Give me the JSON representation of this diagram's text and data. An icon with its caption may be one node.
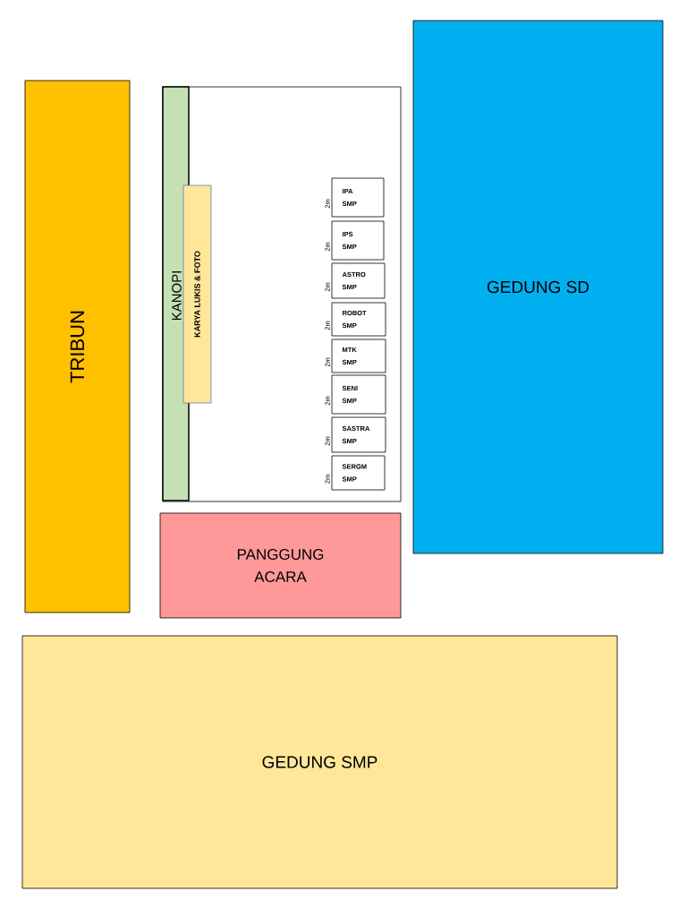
{
  "diagram": {
    "nodes": [
      {
        "text": [
          "TRIBUN"
        ]
      },
      {
        "text": [],
        "shape": "box"
      },
      {
        "text": [
          "KANOPI"
        ],
        "in": 1
      },
      {
        "text": [
          "KARYA LUKIS & FOTO"
        ],
        "in": 1
      },
      {
        "text": [
          "IPA SMP"
        ],
        "in": 1,
        "beside": [
          "2m"
        ]
      },
      {
        "text": [
          "IPS SMP"
        ],
        "in": 1,
        "beside": [
          "2m"
        ]
      },
      {
        "text": [
          "ASTRO SMP"
        ],
        "in": 1,
        "beside": [
          "2m"
        ]
      },
      {
        "text": [
          "ROBOT SMP"
        ],
        "in": 1,
        "beside": [
          "2m"
        ]
      },
      {
        "text": [
          "MTK SMP"
        ],
        "in": 1,
        "beside": [
          "2m"
        ]
      },
      {
        "text": [
          "SENI SMP"
        ],
        "in": 1,
        "beside": [
          "2m"
        ]
      },
      {
        "text": [
          "SASTRA SMP"
        ],
        "in": 1,
        "beside": [
          "2m"
        ]
      },
      {
        "text": [
          "SERGM SMP"
        ],
        "in": 1,
        "beside": [
          "2m"
        ]
      },
      {
        "text": [
          "GEDUNG SD"
        ]
      },
      {
        "text": [
          "PANGGUNG ACARA"
        ]
      },
      {
        "text": [
          "GEDUNG SMP"
        ]
      }
    ]
  }
}
